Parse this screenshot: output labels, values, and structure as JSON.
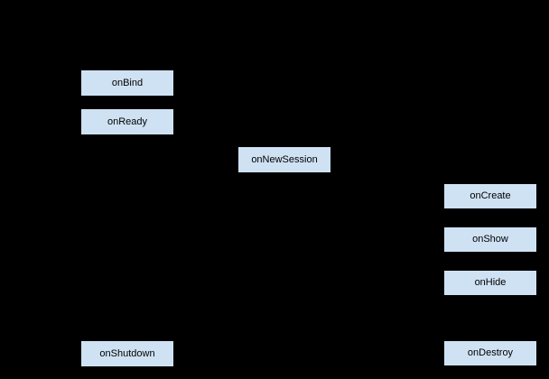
{
  "diagram": {
    "type": "lifecycle-flow",
    "nodes": [
      {
        "id": "onbind",
        "label": "onBind"
      },
      {
        "id": "onready",
        "label": "onReady"
      },
      {
        "id": "onnewsession",
        "label": "onNewSession"
      },
      {
        "id": "oncreate",
        "label": "onCreate"
      },
      {
        "id": "onshow",
        "label": "onShow"
      },
      {
        "id": "onhide",
        "label": "onHide"
      },
      {
        "id": "onshutdown",
        "label": "onShutdown"
      },
      {
        "id": "ondestroy",
        "label": "onDestroy"
      }
    ],
    "colors": {
      "canvas_background": "#000000",
      "node_fill": "#cfe2f3",
      "node_border": "#000000",
      "node_text": "#000000"
    }
  }
}
